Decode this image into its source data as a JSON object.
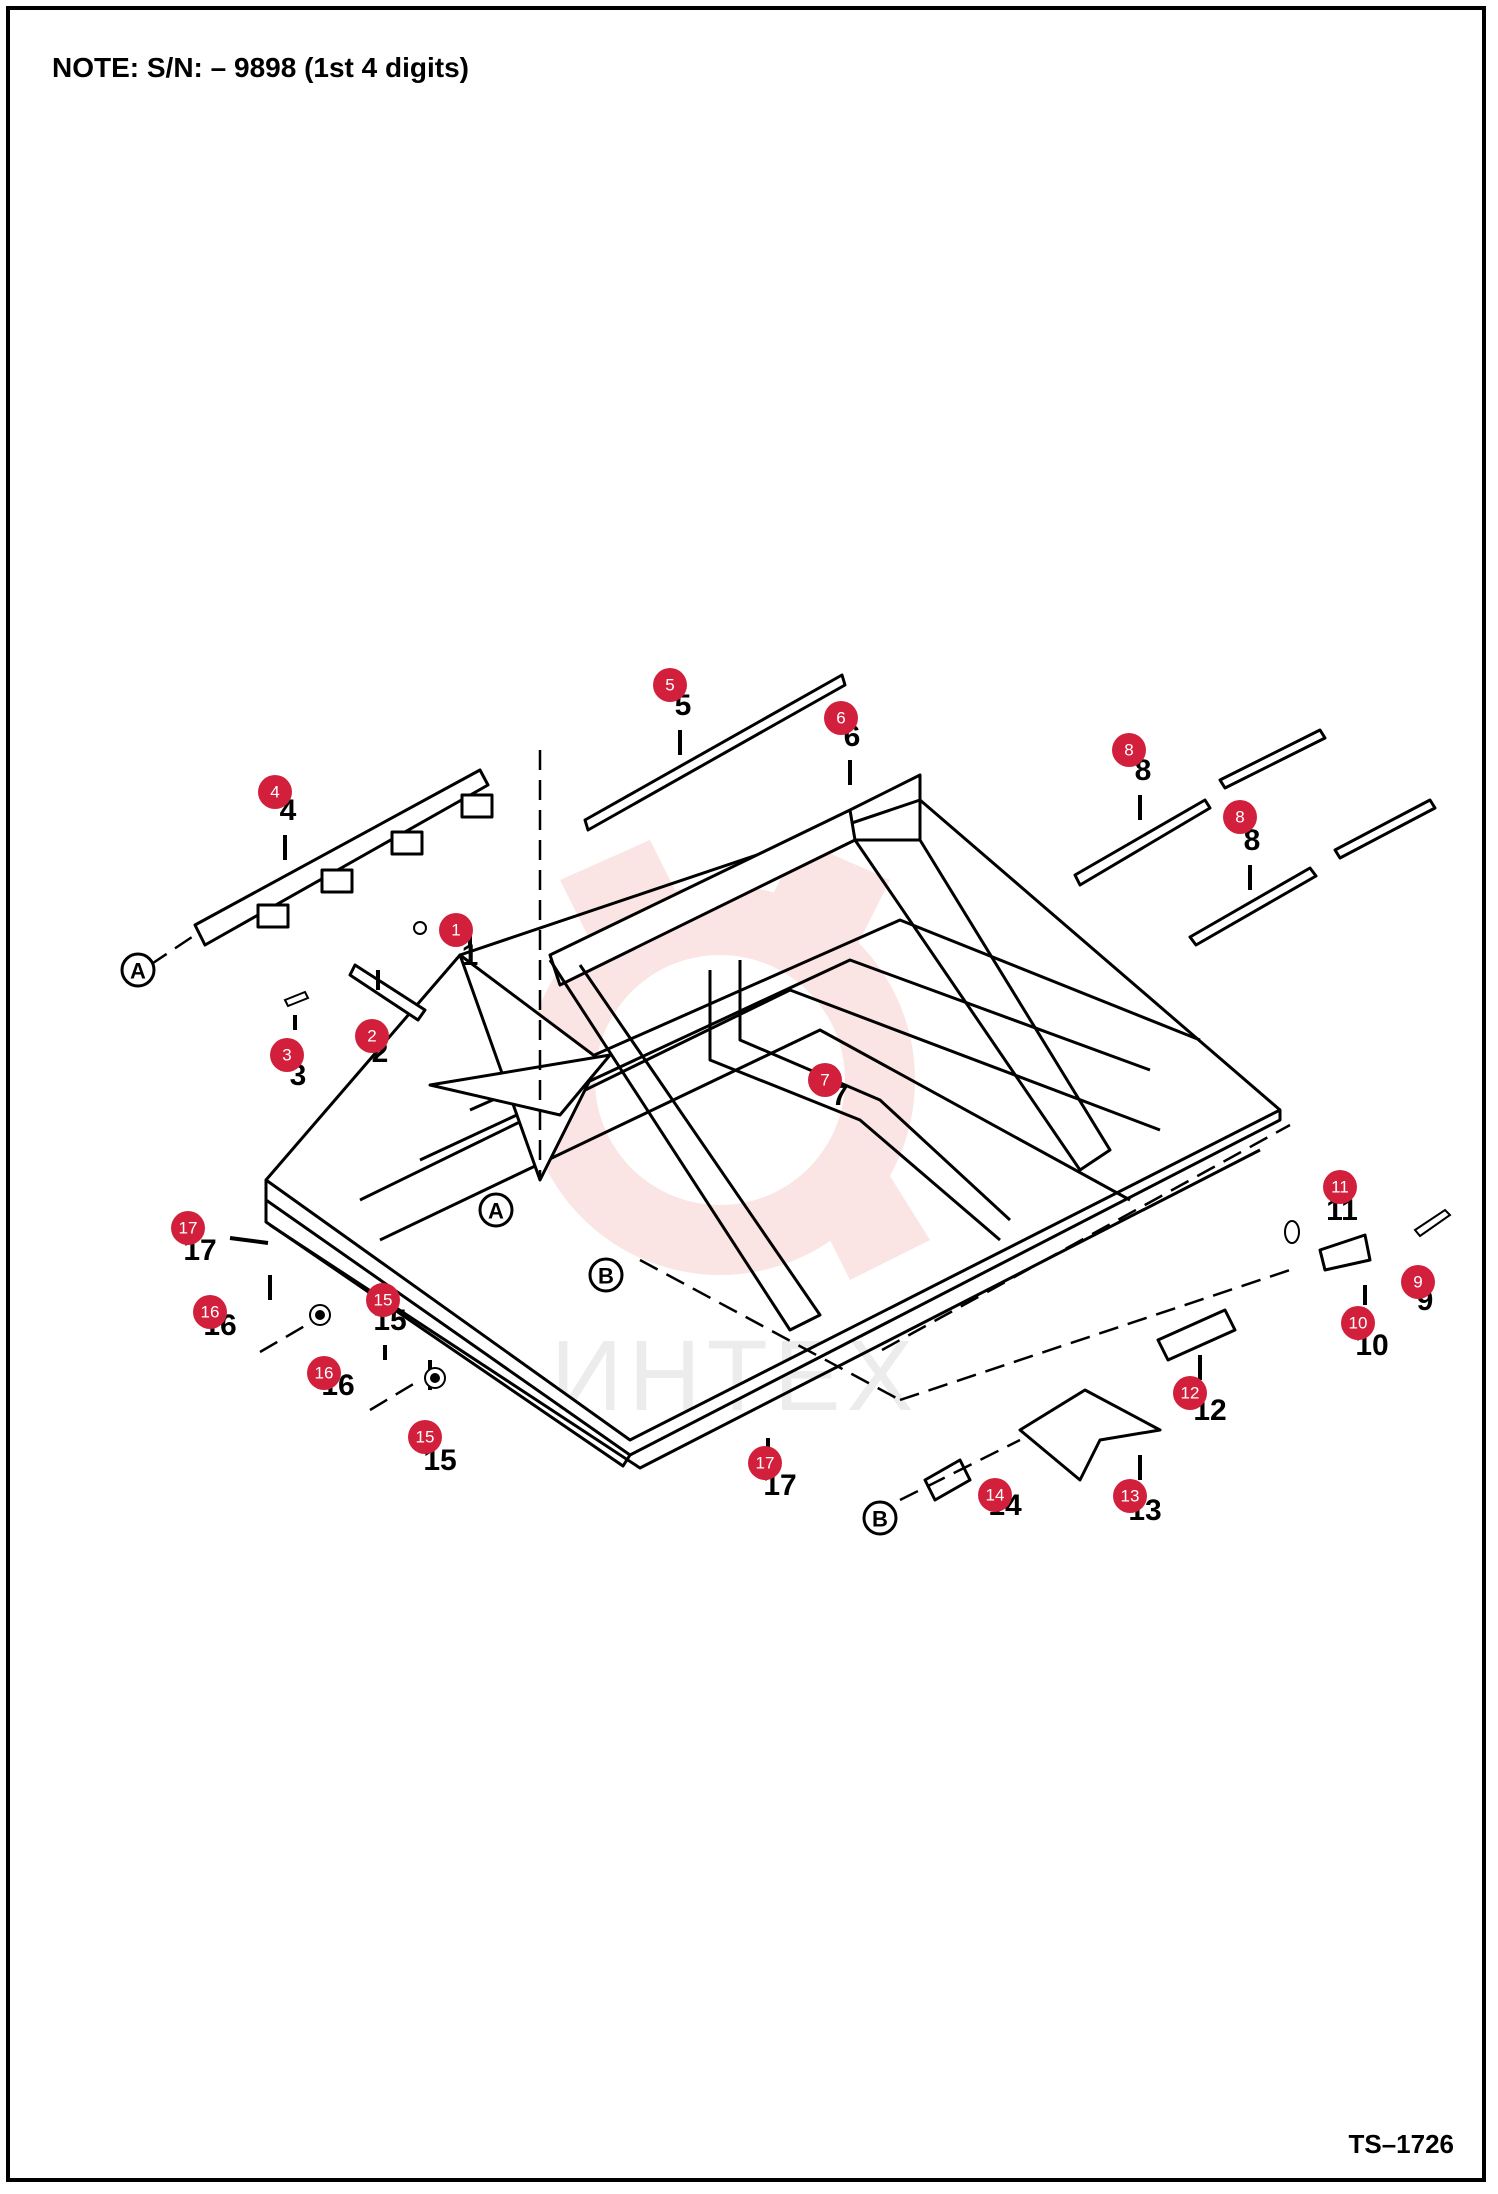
{
  "header": {
    "note": "NOTE:  S/N: – 9898 (1st 4 digits)"
  },
  "footer": {
    "drawing_code": "TS–1726"
  },
  "watermark": {
    "text": "ИНТЕХ",
    "color": "#f3c7c7"
  },
  "colors": {
    "callout": "#d21f3c",
    "line": "#000000"
  },
  "callouts": [
    {
      "id": "c5",
      "number": "5"
    },
    {
      "id": "c6",
      "number": "6"
    },
    {
      "id": "c4",
      "number": "4"
    },
    {
      "id": "c8a",
      "number": "8"
    },
    {
      "id": "c8b",
      "number": "8"
    },
    {
      "id": "c1",
      "number": "1"
    },
    {
      "id": "c2",
      "number": "2"
    },
    {
      "id": "c3",
      "number": "3"
    },
    {
      "id": "c7",
      "number": "7"
    },
    {
      "id": "c17a",
      "number": "17"
    },
    {
      "id": "c11",
      "number": "11"
    },
    {
      "id": "c9",
      "number": "9"
    },
    {
      "id": "c16a",
      "number": "16"
    },
    {
      "id": "c15a",
      "number": "15"
    },
    {
      "id": "c10",
      "number": "10"
    },
    {
      "id": "c16b",
      "number": "16"
    },
    {
      "id": "c12",
      "number": "12"
    },
    {
      "id": "c15b",
      "number": "15"
    },
    {
      "id": "c17b",
      "number": "17"
    },
    {
      "id": "c14",
      "number": "14"
    },
    {
      "id": "c13",
      "number": "13"
    }
  ],
  "references": [
    {
      "id": "rA1",
      "letter": "A"
    },
    {
      "id": "rA2",
      "letter": "A"
    },
    {
      "id": "rB1",
      "letter": "B"
    },
    {
      "id": "rB2",
      "letter": "B"
    }
  ]
}
